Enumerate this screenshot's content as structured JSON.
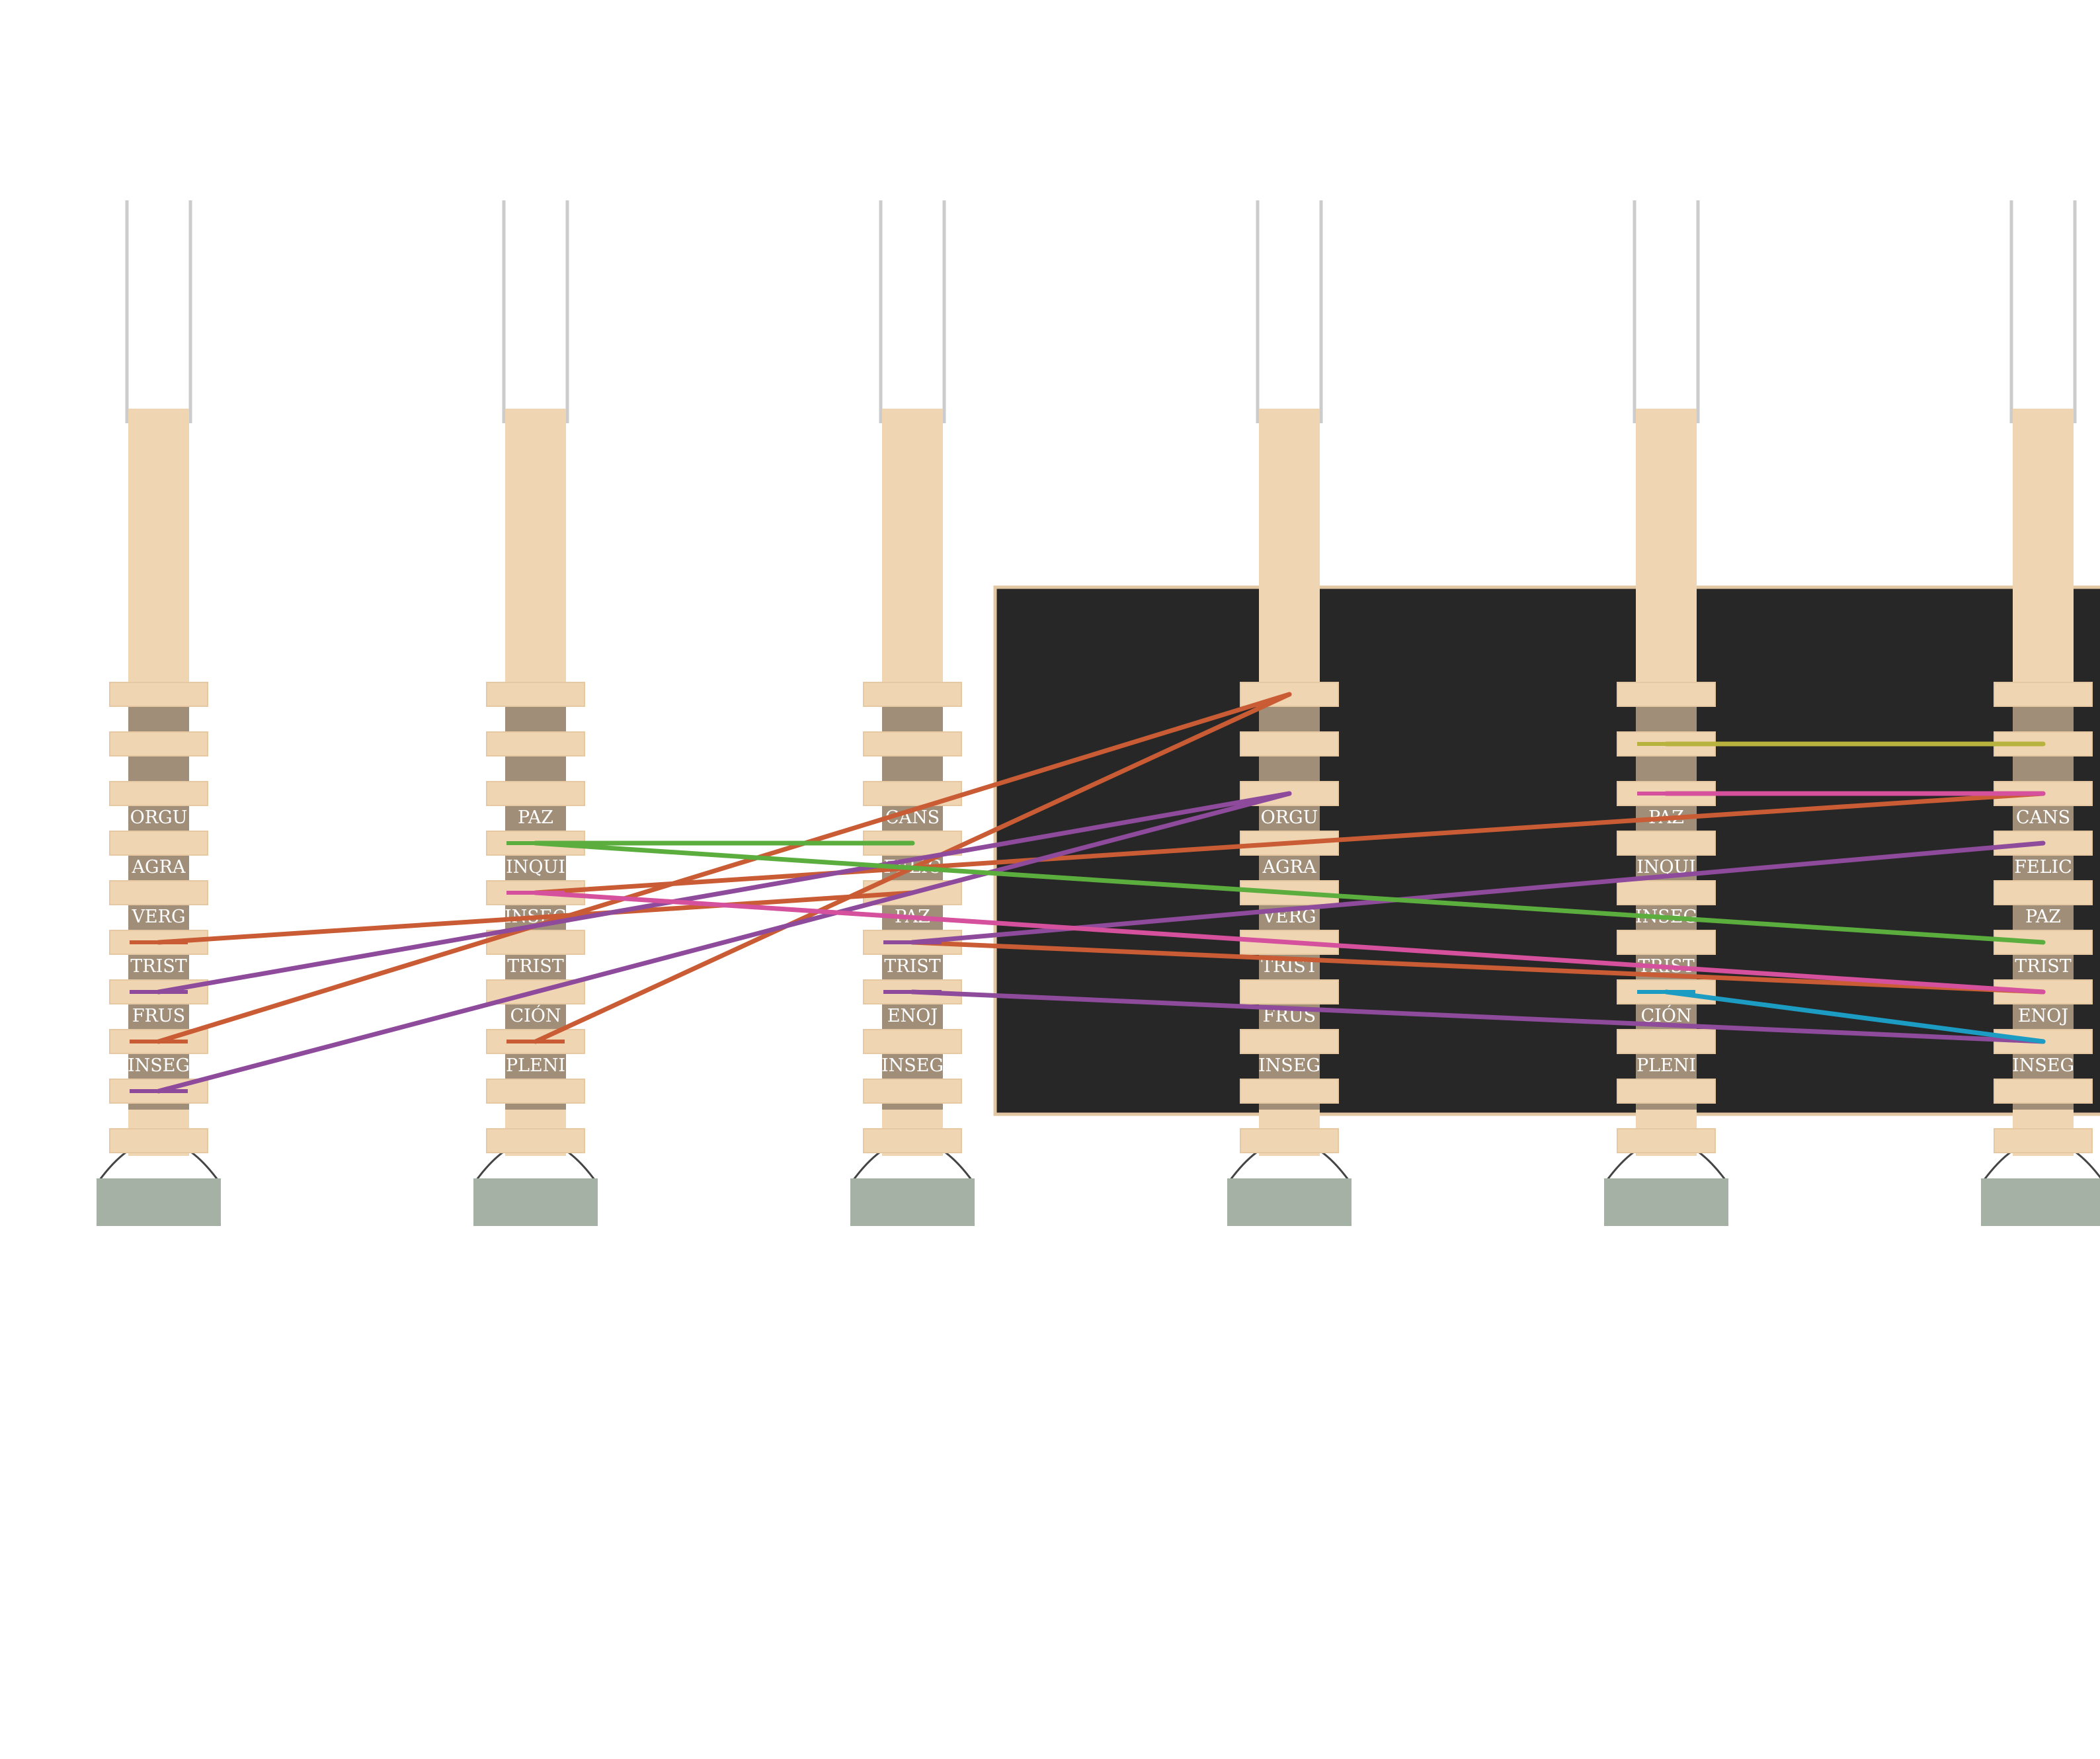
{
  "colors": {
    "background": "#ffffff",
    "board": "#272727",
    "board_edge": "#e3c7a2",
    "wood": "#f0d5b3",
    "wood_shadow": "#e6c8a2",
    "pole_dark": "#a08e78",
    "wire": "#cccccc",
    "base": "#a5b1a5",
    "arc": "#444444",
    "thread_orange": "#c95c34",
    "thread_purple": "#8e4b9c",
    "thread_green": "#5bae3e",
    "thread_pink": "#d5519d",
    "thread_yellow": "#b8b33e",
    "thread_blue": "#1c9cc3"
  },
  "poles": [
    {
      "name": "pole-1",
      "labels": [
        "",
        "",
        "ORGU",
        "AGRA",
        "VERG",
        "TRIST",
        "FRUS",
        "INSEG",
        "",
        ""
      ]
    },
    {
      "name": "pole-2",
      "labels": [
        "",
        "",
        "PAZ",
        "INQUI",
        "INSEG",
        "TRIST",
        "CIÓN",
        "PLENI",
        "",
        ""
      ]
    },
    {
      "name": "pole-3",
      "labels": [
        "",
        "",
        "CANS",
        "FELIC",
        "PAZ",
        "TRIST",
        "ENOJ",
        "INSEG",
        "",
        ""
      ]
    },
    {
      "name": "pole-4",
      "labels": [
        "",
        "",
        "ORGU",
        "AGRA",
        "VERG",
        "TRIST",
        "FRUS",
        "INSEG",
        "",
        ""
      ]
    },
    {
      "name": "pole-5",
      "labels": [
        "",
        "",
        "PAZ",
        "INQUI",
        "INSEG",
        "TRIST",
        "CIÓN",
        "PLENI",
        "",
        ""
      ]
    },
    {
      "name": "pole-6",
      "labels": [
        "",
        "",
        "CANS",
        "FELIC",
        "PAZ",
        "TRIST",
        "ENOJ",
        "INSEG",
        "",
        ""
      ]
    }
  ],
  "threads": [
    {
      "name": "thread-orange-1",
      "color": "thread_orange",
      "from": [
        0,
        5
      ],
      "to": [
        2,
        4
      ]
    },
    {
      "name": "thread-orange-2",
      "color": "thread_orange",
      "from": [
        0,
        7
      ],
      "to": [
        3,
        0
      ]
    },
    {
      "name": "thread-orange-3",
      "color": "thread_orange",
      "from": [
        1,
        4
      ],
      "to": [
        5,
        2
      ]
    },
    {
      "name": "thread-orange-4",
      "color": "thread_orange",
      "from": [
        2,
        5
      ],
      "to": [
        5,
        6
      ]
    },
    {
      "name": "thread-orange-5",
      "color": "thread_orange",
      "from": [
        1,
        7
      ],
      "to": [
        3,
        0
      ]
    },
    {
      "name": "thread-purple-1",
      "color": "thread_purple",
      "from": [
        0,
        6
      ],
      "to": [
        3,
        2
      ]
    },
    {
      "name": "thread-purple-2",
      "color": "thread_purple",
      "from": [
        0,
        8
      ],
      "to": [
        3,
        2
      ]
    },
    {
      "name": "thread-purple-3",
      "color": "thread_purple",
      "from": [
        2,
        5
      ],
      "to": [
        5,
        3
      ]
    },
    {
      "name": "thread-purple-4",
      "color": "thread_purple",
      "from": [
        2,
        6
      ],
      "to": [
        5,
        7
      ]
    },
    {
      "name": "thread-green-1",
      "color": "thread_green",
      "from": [
        1,
        3
      ],
      "to": [
        2,
        3
      ]
    },
    {
      "name": "thread-green-2",
      "color": "thread_green",
      "from": [
        1,
        3
      ],
      "to": [
        5,
        5
      ]
    },
    {
      "name": "thread-pink-1",
      "color": "thread_pink",
      "from": [
        1,
        4
      ],
      "to": [
        5,
        6
      ]
    },
    {
      "name": "thread-pink-2",
      "color": "thread_pink",
      "from": [
        4,
        2
      ],
      "to": [
        5,
        2
      ]
    },
    {
      "name": "thread-yellow-1",
      "color": "thread_yellow",
      "from": [
        4,
        1
      ],
      "to": [
        5,
        1
      ]
    },
    {
      "name": "thread-blue-1",
      "color": "thread_blue",
      "from": [
        4,
        6
      ],
      "to": [
        5,
        7
      ]
    }
  ]
}
